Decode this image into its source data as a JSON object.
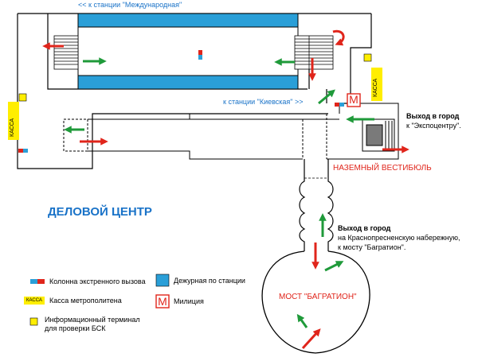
{
  "colors": {
    "platform_blue": "#2a9fd8",
    "line": "#000000",
    "arrow_red": "#e0251b",
    "arrow_green": "#1f9a3a",
    "title_blue": "#1a73c8",
    "kassa_yellow": "#ffee00"
  },
  "directions": {
    "to_mezhdunarodnaya": "<< к станции \"Международная\"",
    "to_kievskaya": "к станции \"Киевская\" >>"
  },
  "station_title": "ДЕЛОВОЙ ЦЕНТР",
  "bridge_label": "МОСТ \"БАГРАТИОН\"",
  "vestibule_label": "НАЗЕМНЫЙ ВЕСТИБЮЛЬ",
  "kassa_label": "КАССА",
  "police_glyph": "М",
  "exits": {
    "expocentre": {
      "title": "Выход в город",
      "detail": "к \"Экспоцентру\"."
    },
    "bagration": {
      "title": "Выход в город",
      "detail_line1": "на Краснопресненскую набережную,",
      "detail_line2": "к мосту \"Багратион\"."
    }
  },
  "legend": {
    "emergency": "Колонна экстренного вызова",
    "duty": "Дежурная по станции",
    "kassa": "Касса метрополитена",
    "police": "Милиция",
    "terminal_line1": "Информационный терминал",
    "terminal_line2": "для проверки БСК"
  }
}
